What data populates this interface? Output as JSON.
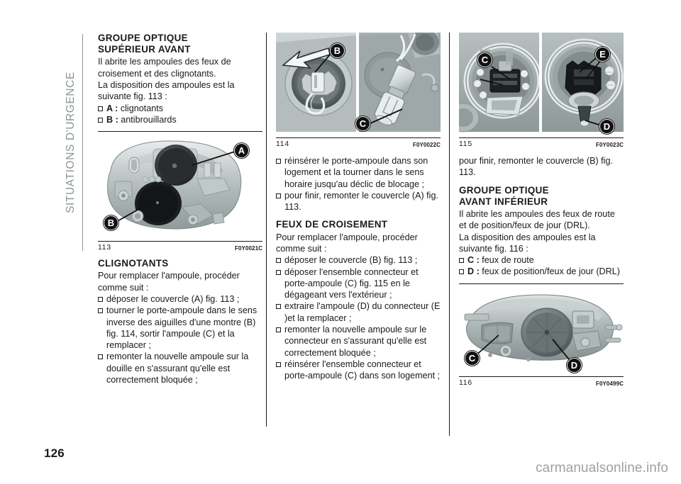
{
  "chapter": {
    "label": "SITUATIONS D'URGENCE"
  },
  "page": {
    "number": "126",
    "watermark": "carmanualsonline.info"
  },
  "left_column": {
    "section1": {
      "title_line1": "GROUPE OPTIQUE",
      "title_line2": "SUPÉRIEUR AVANT",
      "para1": "Il abrite les ampoules des feux de croisement et des clignotants.",
      "para2": "La disposition des ampoules est la suivante fig. 113 :",
      "items": [
        {
          "key": "A :",
          "text": "clignotants"
        },
        {
          "key": "B :",
          "text": "antibrouillards"
        }
      ]
    },
    "figure113": {
      "number": "113",
      "code": "F0Y0021C",
      "callouts": [
        "A",
        "B"
      ],
      "alt": "Groupe optique supérieur avant"
    },
    "section2": {
      "title": "CLIGNOTANTS",
      "para1": "Pour remplacer l'ampoule, procéder comme suit :",
      "items": [
        {
          "text": "déposer le couvercle (A) fig. 113 ;"
        },
        {
          "text": "tourner le porte-ampoule dans le sens inverse des aiguilles d'une montre (B) fig. 114, sortir l'ampoule (C) et la remplacer ;"
        },
        {
          "text": "remonter la nouvelle ampoule sur la douille en s'assurant qu'elle est correctement bloquée ;"
        }
      ]
    }
  },
  "mid_column": {
    "figure114": {
      "number": "114",
      "code": "F0Y0022C",
      "callouts": [
        "B",
        "C"
      ],
      "alt": "Porte-ampoule clignotant"
    },
    "items_continued": [
      {
        "text": "réinsérer le porte-ampoule dans son logement et la tourner dans le sens horaire jusqu'au déclic de blocage ;"
      },
      {
        "text": "pour finir, remonter le couvercle (A) fig. 113."
      }
    ],
    "section": {
      "title": "FEUX DE CROISEMENT",
      "para1": "Pour remplacer l'ampoule, procéder comme suit :",
      "items": [
        {
          "text": "déposer le couvercle (B) fig. 113 ;"
        },
        {
          "text": "déposer l'ensemble connecteur et porte-ampoule (C) fig. 115 en le dégageant vers l'extérieur ;"
        },
        {
          "text": "extraire l'ampoule (D) du connecteur (E )et la remplacer ;"
        },
        {
          "text": "remonter la nouvelle ampoule sur le connecteur en s'assurant qu'elle est correctement bloquée ;"
        },
        {
          "text": "réinsérer l'ensemble connecteur et porte-ampoule (C) dans son logement ;"
        }
      ]
    }
  },
  "right_column": {
    "figure115": {
      "number": "115",
      "code": "F0Y0023C",
      "callouts": [
        "C",
        "E",
        "D"
      ],
      "alt": "Connecteur et porte-ampoule feux de croisement"
    },
    "para_continued": "pour finir, remonter le couvercle (B) fig. 113.",
    "section": {
      "title_line1": "GROUPE OPTIQUE",
      "title_line2": "AVANT INFÉRIEUR",
      "para1": "Il abrite les ampoules des feux de route et de position/feux de jour (DRL).",
      "para2": "La disposition des ampoules est la suivante fig. 116 :",
      "items": [
        {
          "key": "C :",
          "text": "feux de route"
        },
        {
          "key": "D :",
          "text": "feux de position/feux de jour (DRL)"
        }
      ]
    },
    "figure116": {
      "number": "116",
      "code": "F0Y0499C",
      "callouts": [
        "C",
        "D"
      ],
      "alt": "Groupe optique avant inférieur"
    }
  },
  "colors": {
    "ink": "#1a1a1a",
    "tab_grey": "#8a9599",
    "watermark_grey": "#a0a0a0"
  }
}
